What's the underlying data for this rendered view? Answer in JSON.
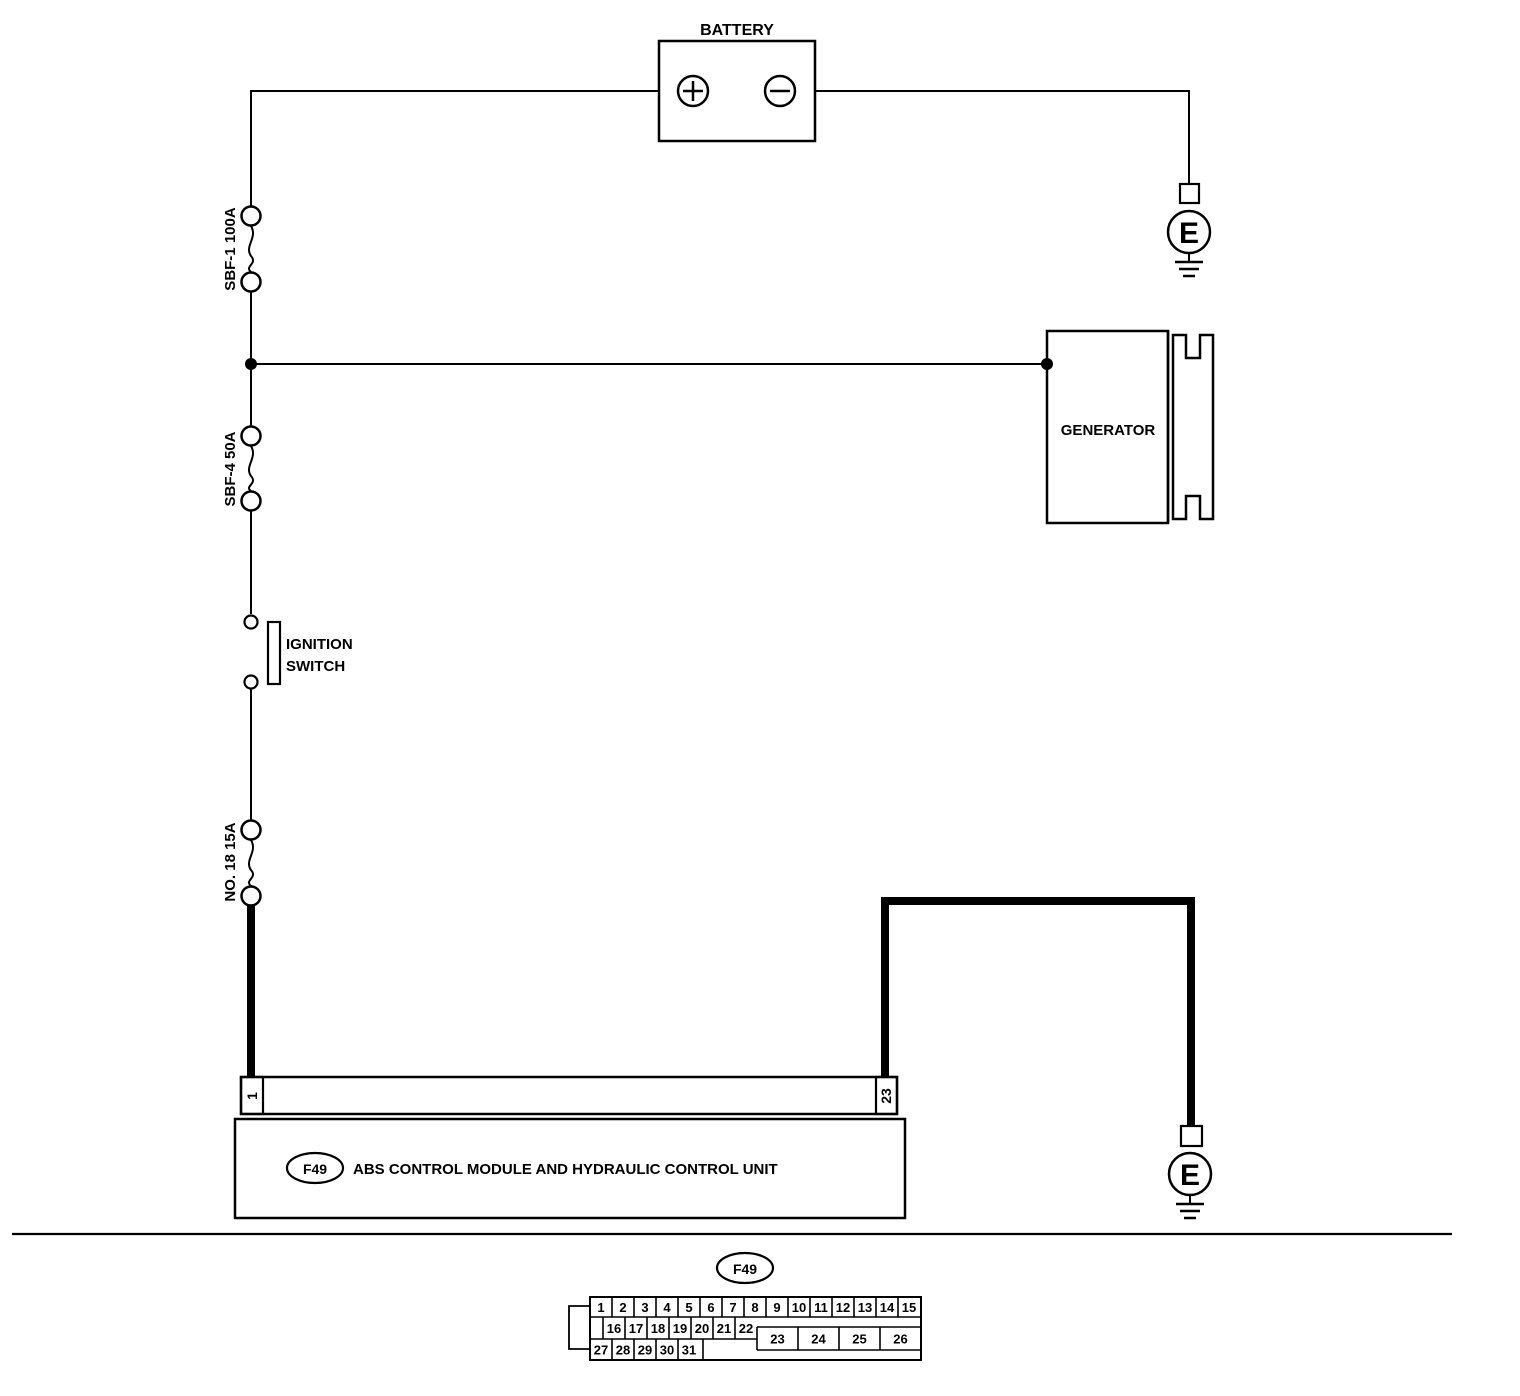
{
  "battery": {
    "label": "BATTERY"
  },
  "fuses": [
    {
      "label": "SBF-1 100A"
    },
    {
      "label": "SBF-4 50A"
    },
    {
      "label": "NO. 18 15A"
    }
  ],
  "generator": {
    "label": "GENERATOR"
  },
  "ignition_switch": {
    "line1": "IGNITION",
    "line2": "SWITCH"
  },
  "grounds": [
    {
      "label": "E"
    },
    {
      "label": "E"
    }
  ],
  "module": {
    "connector_id": "F49",
    "name": "ABS CONTROL MODULE AND HYDRAULIC CONTROL UNIT",
    "pins": [
      "1",
      "23"
    ]
  },
  "connector_face": {
    "id": "F49",
    "row1": [
      "1",
      "2",
      "3",
      "4",
      "5",
      "6",
      "7",
      "8",
      "9",
      "10",
      "11",
      "12",
      "13",
      "14",
      "15"
    ],
    "row2": [
      "16",
      "17",
      "18",
      "19",
      "20",
      "21",
      "22"
    ],
    "row3": [
      "27",
      "28",
      "29",
      "30",
      "31"
    ],
    "large": [
      "23",
      "24",
      "25",
      "26"
    ]
  }
}
